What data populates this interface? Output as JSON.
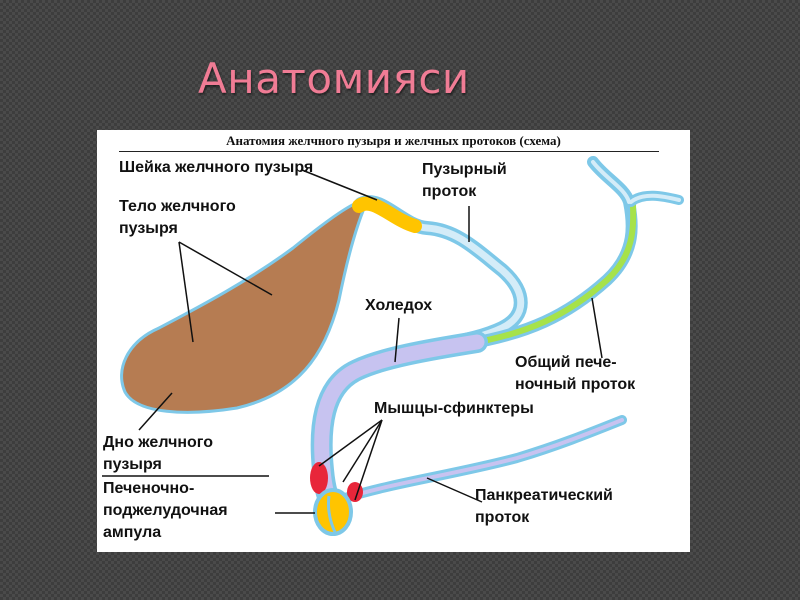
{
  "slide": {
    "title": "Анатомияси"
  },
  "figure": {
    "title": "Анатомия желчного пузыря и желчных протоков (схема)",
    "labels": {
      "neck": "Шейка желчного пузыря",
      "body_line1": "Тело желчного",
      "body_line2": "пузыря",
      "cystic_line1": "Пузырный",
      "cystic_line2": "проток",
      "choledoch": "Холедох",
      "hepatic_line1": "Общий пече-",
      "hepatic_line2": "ночный проток",
      "sphincters": "Мышцы-сфинктеры",
      "fundus_line1": "Дно желчного",
      "fundus_line2": "пузыря",
      "ampulla_line1": "Печеночно-",
      "ampulla_line2": "поджелудочная",
      "ampulla_line3": "ампула",
      "pancreatic_line1": "Панкреатический",
      "pancreatic_line2": "проток"
    },
    "colors": {
      "gallbladder": "#b67c52",
      "duct_outline": "#7ec8e8",
      "duct_fill": "#c7c3f0",
      "neck": "#ffc400",
      "hepatic": "#a6e24a",
      "sphincter": "#e8263a"
    }
  }
}
